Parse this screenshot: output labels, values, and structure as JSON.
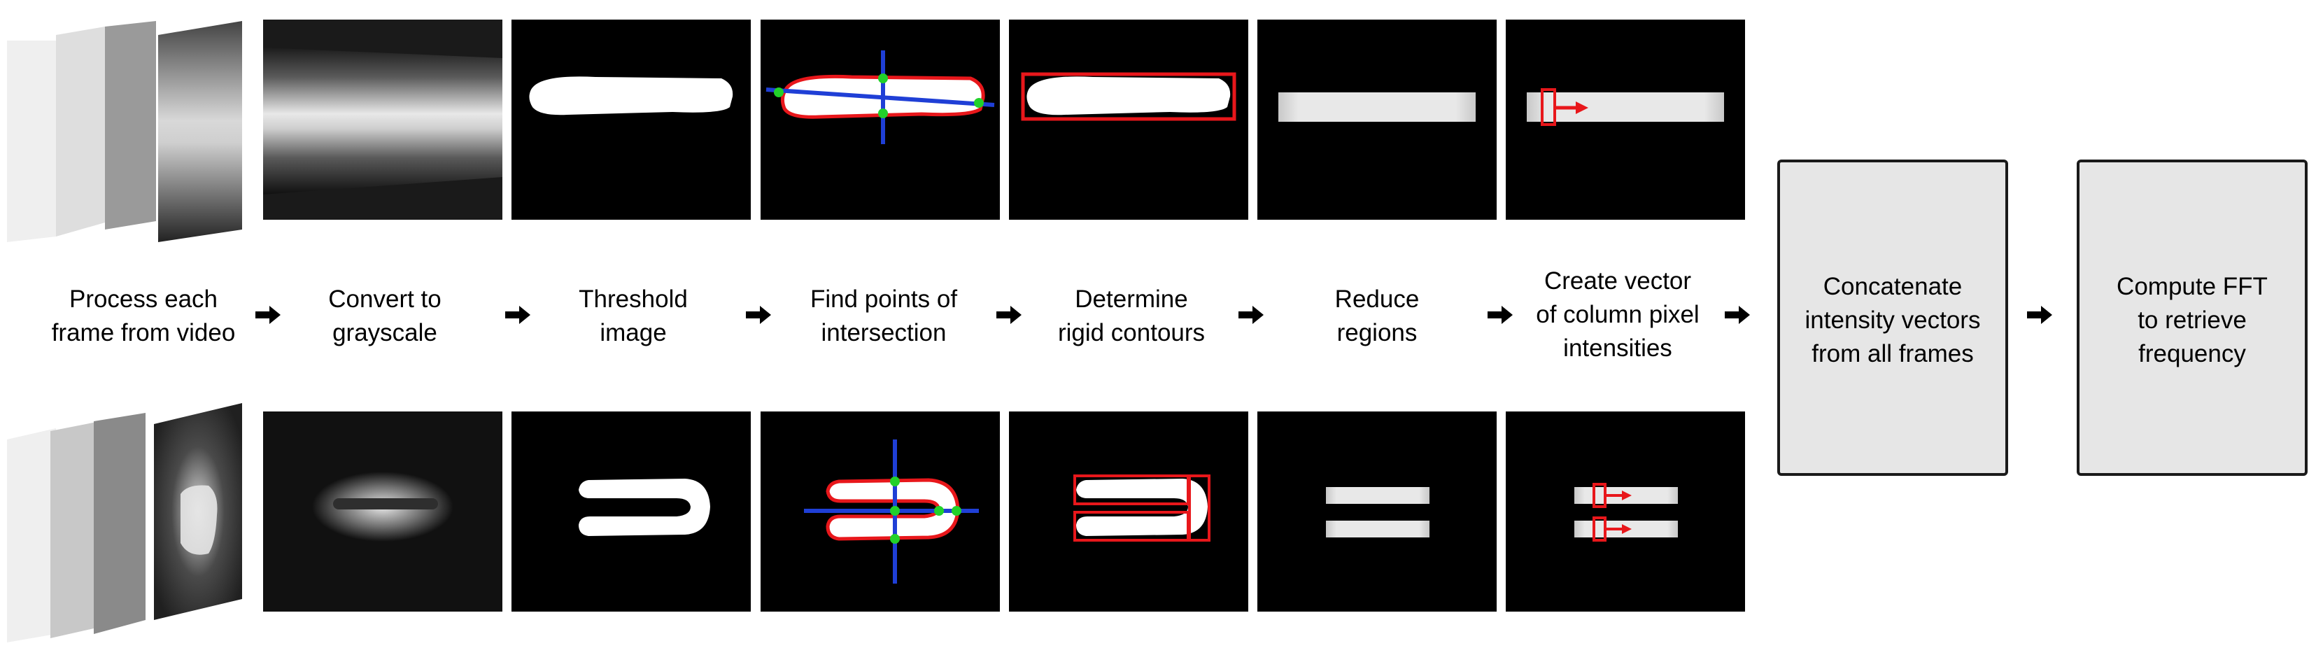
{
  "steps": {
    "process": "Process each\nframe from video",
    "grayscale": "Convert to\ngrayscale",
    "threshold": "Threshold\nimage",
    "intersection": "Find points of\nintersection",
    "contours": "Determine\nrigid contours",
    "reduce": "Reduce\nregions",
    "vector": "Create vector\nof column pixel\nintensities",
    "concatenate": "Concatenate\nintensity vectors\nfrom all frames",
    "fft": "Compute FFT\nto retrieve\nfrequency"
  },
  "colors": {
    "contour": "#e8171b",
    "axis": "#1f3fd6",
    "point": "#22d12a",
    "box_fill": "#e6e6e6",
    "panel": "#000000"
  }
}
